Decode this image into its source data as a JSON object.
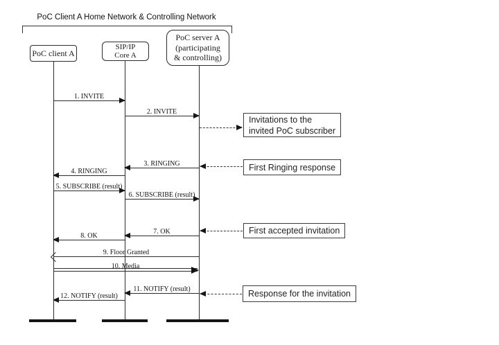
{
  "title": "PoC Client A Home Network & Controlling Network",
  "actors": [
    {
      "id": "poc-client-a",
      "lines": [
        "PoC client A"
      ]
    },
    {
      "id": "sip-ip-core-a",
      "lines": [
        "SIP/IP",
        "Core A"
      ]
    },
    {
      "id": "poc-server-a",
      "lines": [
        "PoC server A",
        "(participating",
        "& controlling)"
      ]
    }
  ],
  "messages": [
    {
      "num": 1,
      "label": "1. INVITE",
      "from": "poc-client-a",
      "to": "sip-ip-core-a"
    },
    {
      "num": 2,
      "label": "2. INVITE",
      "from": "sip-ip-core-a",
      "to": "poc-server-a"
    },
    {
      "num": 3,
      "label": "3. RINGING",
      "from": "poc-server-a",
      "to": "sip-ip-core-a"
    },
    {
      "num": 4,
      "label": "4. RINGING",
      "from": "sip-ip-core-a",
      "to": "poc-client-a"
    },
    {
      "num": 5,
      "label": "5. SUBSCRIBE (result)",
      "from": "poc-client-a",
      "to": "sip-ip-core-a"
    },
    {
      "num": 6,
      "label": "6. SUBSCRIBE (result)",
      "from": "sip-ip-core-a",
      "to": "poc-server-a"
    },
    {
      "num": 7,
      "label": "7. OK",
      "from": "poc-server-a",
      "to": "sip-ip-core-a"
    },
    {
      "num": 8,
      "label": "8. OK",
      "from": "sip-ip-core-a",
      "to": "poc-client-a"
    },
    {
      "num": 9,
      "label": "9. Floor Granted",
      "from": "poc-server-a",
      "to": "poc-client-a"
    },
    {
      "num": 10,
      "label": "10. Media",
      "from": "poc-client-a",
      "to": "poc-server-a"
    },
    {
      "num": 11,
      "label": "11. NOTIFY (result)",
      "from": "poc-server-a",
      "to": "sip-ip-core-a"
    },
    {
      "num": 12,
      "label": "12. NOTIFY (result)",
      "from": "sip-ip-core-a",
      "to": "poc-client-a"
    }
  ],
  "annotations": [
    {
      "lines": [
        "Invitations to the",
        "invited PoC subscriber"
      ]
    },
    {
      "lines": [
        "First Ringing response"
      ]
    },
    {
      "lines": [
        "First accepted invitation"
      ]
    },
    {
      "lines": [
        "Response for the invitation"
      ]
    }
  ],
  "colors": {
    "line": "#1a1a1a",
    "background": "#ffffff"
  }
}
